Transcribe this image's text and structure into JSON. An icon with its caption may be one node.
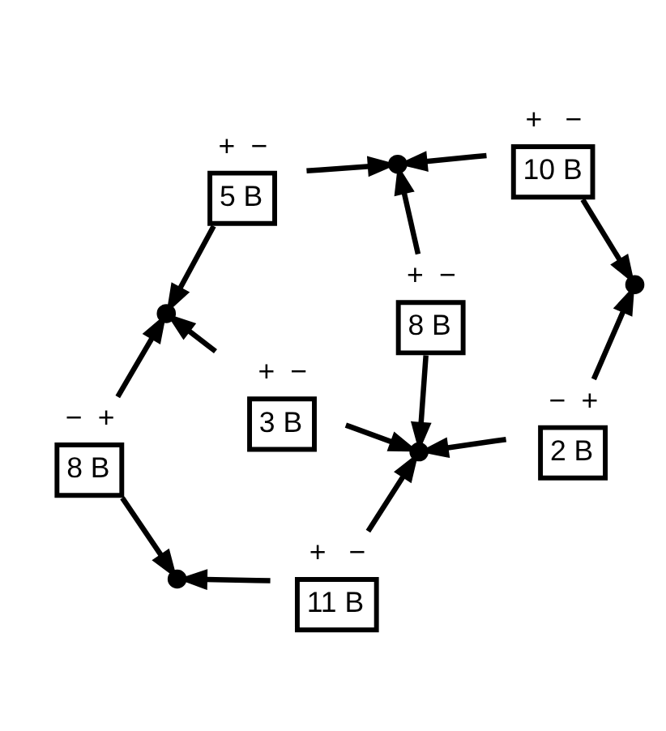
{
  "diagram": {
    "nodes": [
      {
        "text": [],
        "shape": "circle"
      },
      {
        "text": [
          "5 В"
        ],
        "beside": [
          "+",
          "−"
        ]
      },
      {
        "text": [],
        "shape": "circle"
      },
      {
        "text": [
          "10 В"
        ],
        "beside": [
          "+",
          "−"
        ]
      },
      {
        "text": [
          "8 В"
        ],
        "beside": [
          "+",
          "−"
        ]
      },
      {
        "text": [
          "3 В"
        ],
        "beside": [
          "+",
          "−"
        ]
      },
      {
        "text": [
          "8 В"
        ],
        "beside": [
          "−",
          "+"
        ]
      },
      {
        "text": [],
        "shape": "circle"
      },
      {
        "text": [
          "11 В"
        ],
        "beside": [
          "+",
          "−"
        ]
      },
      {
        "text": [],
        "shape": "circle"
      },
      {
        "text": [
          "2 В"
        ],
        "beside": [
          "−",
          "+"
        ]
      },
      {
        "text": [],
        "shape": "circle"
      }
    ],
    "edges": [
      {
        "from": 1,
        "to": 0,
        "arrow": "to"
      },
      {
        "from": 1,
        "to": 2,
        "arrow": "to"
      },
      {
        "from": 3,
        "to": 0,
        "arrow": "to"
      },
      {
        "from": 3,
        "to": 11,
        "arrow": "to"
      },
      {
        "from": 4,
        "to": 0,
        "arrow": "to"
      },
      {
        "from": 4,
        "to": 9,
        "arrow": "to"
      },
      {
        "from": 5,
        "to": 2,
        "arrow": "to"
      },
      {
        "from": 5,
        "to": 9,
        "arrow": "to"
      },
      {
        "from": 6,
        "to": 2,
        "arrow": "to"
      },
      {
        "from": 6,
        "to": 7,
        "arrow": "to"
      },
      {
        "from": 8,
        "to": 7,
        "arrow": "to"
      },
      {
        "from": 8,
        "to": 9,
        "arrow": "to"
      },
      {
        "from": 10,
        "to": 11,
        "arrow": "to"
      },
      {
        "from": 10,
        "to": 9,
        "arrow": "to"
      }
    ]
  }
}
